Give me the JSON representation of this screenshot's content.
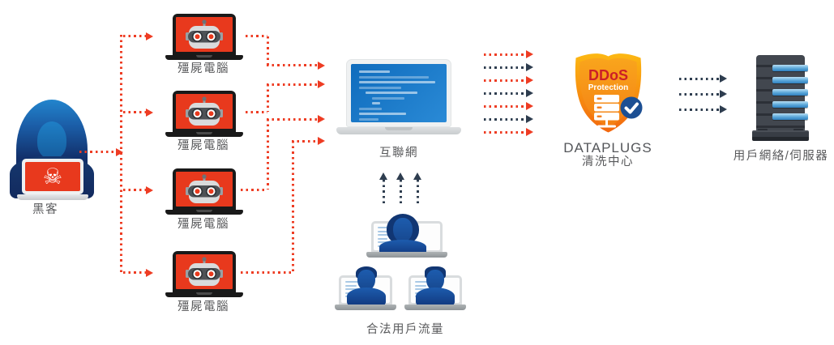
{
  "nodes": {
    "hacker": {
      "label": "黑客",
      "screen_icon": "skull-crossbones",
      "skull_glyph": "☠"
    },
    "zombies": {
      "label": "殭屍電腦",
      "count": 4,
      "screen_icon": "robot-face"
    },
    "internet": {
      "label": "互聯網"
    },
    "legit_users": {
      "label": "合法用戶流量"
    },
    "cleaning_center": {
      "badge_title": "DDoS",
      "badge_subtitle": "Protection",
      "brand": "DATAPLUGS",
      "label": "清洗中心",
      "check_glyph": "✓"
    },
    "server": {
      "label": "用戶網絡/伺服器"
    }
  },
  "flows": {
    "attack_traffic_color": "#ee3c23",
    "legit_traffic_color": "#2e3d4f"
  },
  "colors": {
    "zombie_screen_red": "#e8391d",
    "internet_screen_blue": "#1173c5",
    "shield_orange_top": "#fcb813",
    "shield_orange_bottom": "#f26e16",
    "ddos_text_red": "#cb2027",
    "check_badge_blue": "#1c4f93",
    "server_bar_blue": "#3a90cc",
    "label_gray": "#58595b"
  }
}
